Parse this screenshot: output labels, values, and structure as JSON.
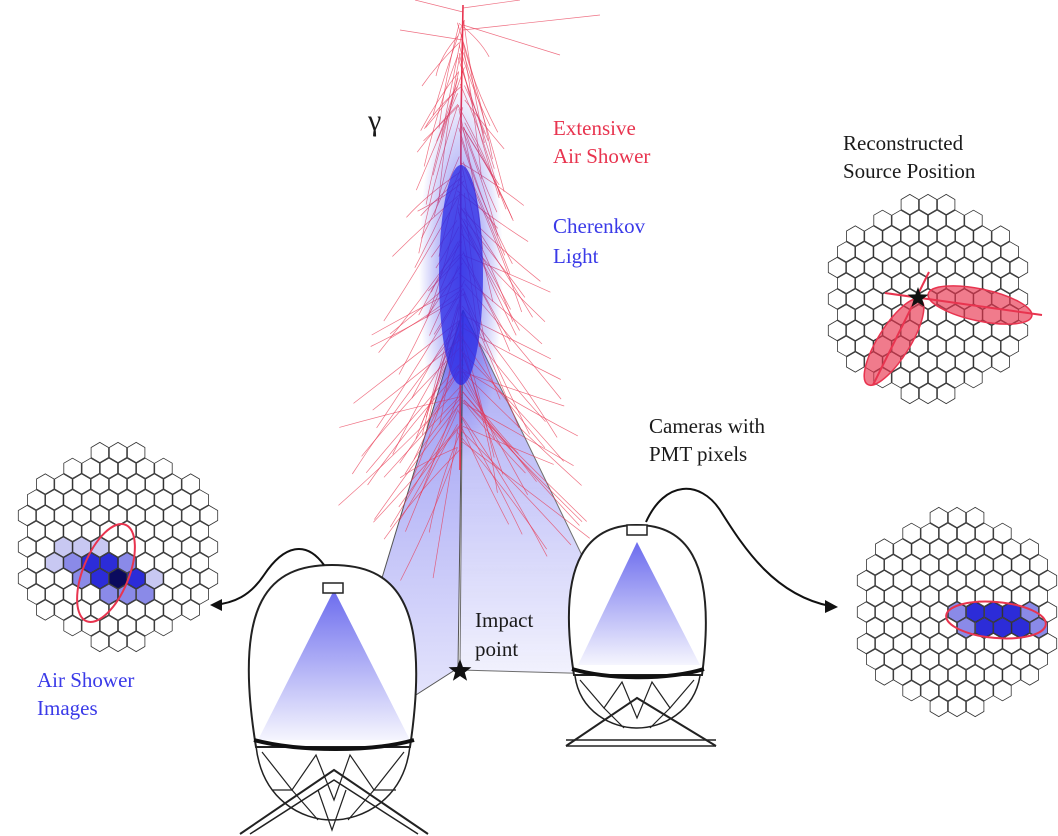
{
  "labels": {
    "gamma": "γ",
    "air_shower_line1": "Extensive",
    "air_shower_line2": "Air Shower",
    "cherenkov_line1": "Cherenkov",
    "cherenkov_line2": "Light",
    "reconstructed_line1": "Reconstructed",
    "reconstructed_line2": "Source Position",
    "cameras_line1": "Cameras with",
    "cameras_line2": "PMT pixels",
    "impact_line1": "Impact",
    "impact_line2": "point",
    "images_line1": "Air Shower",
    "images_line2": "Images"
  },
  "colors": {
    "shower_tracks": "#e8344f",
    "cherenkov_light": "#3a3ae8",
    "text": "#1a1a1a",
    "hex_outline": "#333333"
  }
}
